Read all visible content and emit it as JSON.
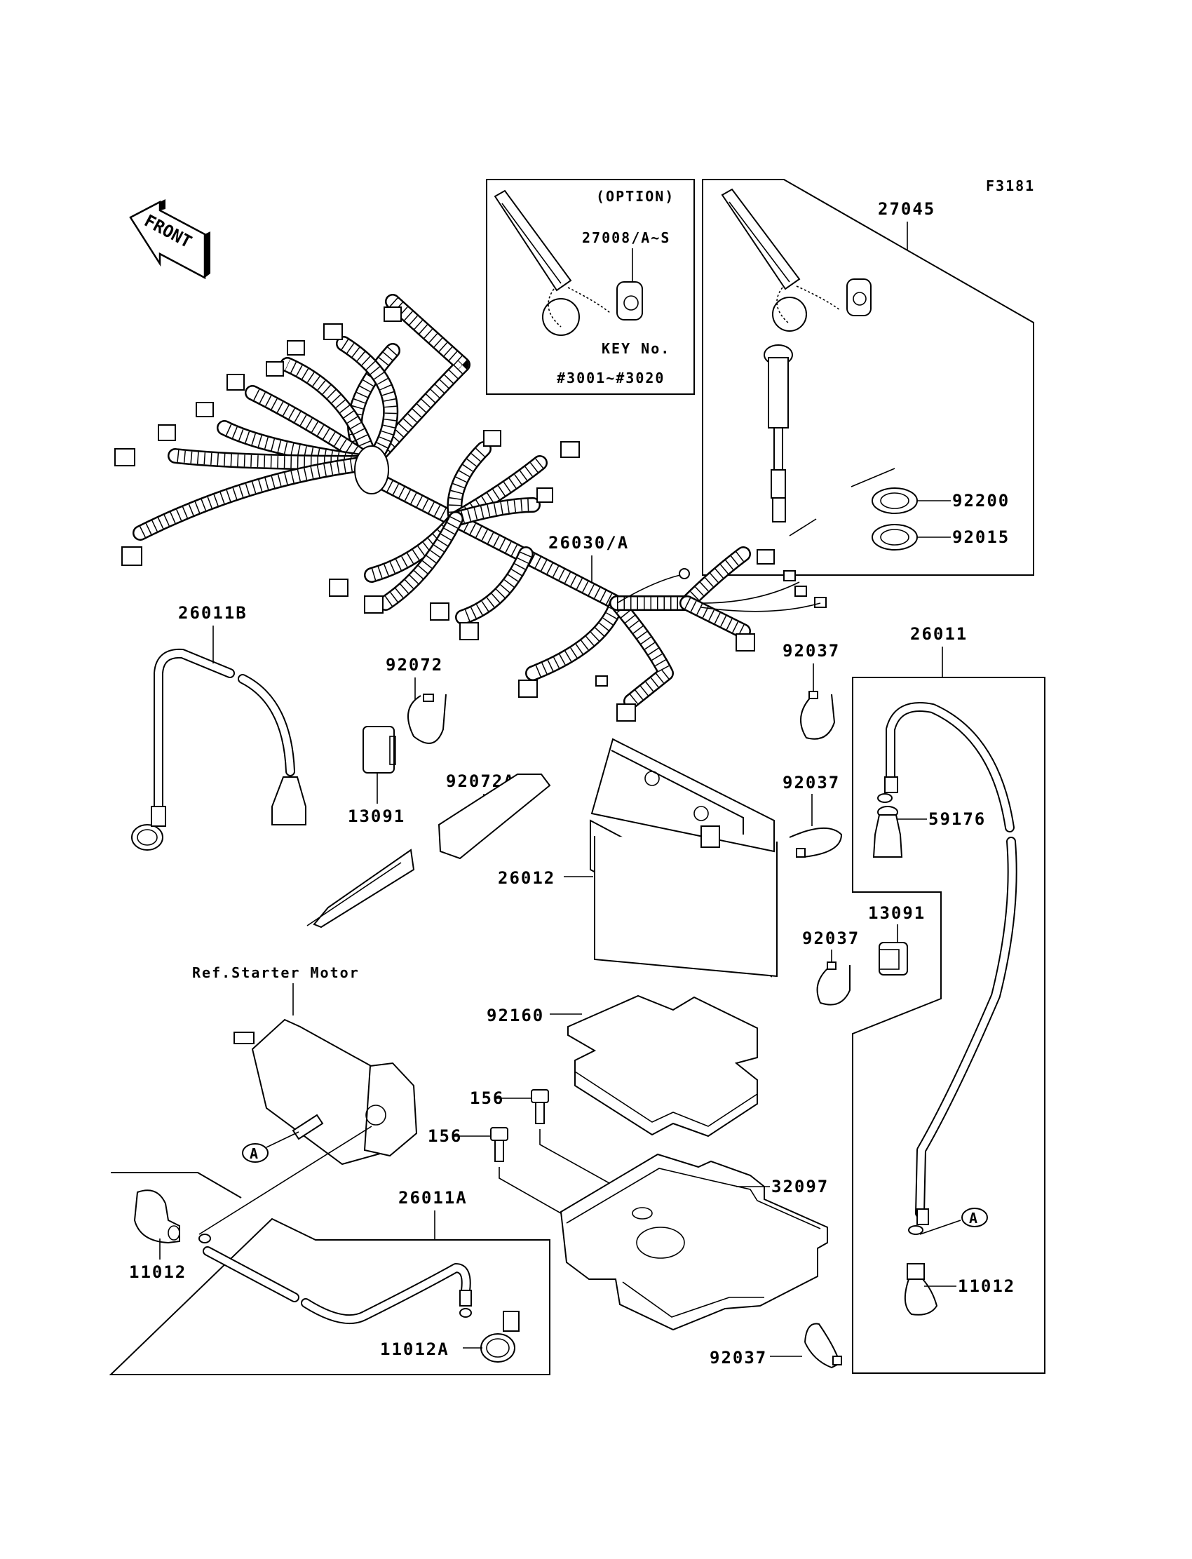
{
  "figure": {
    "code": "F3181",
    "front_label": "FRONT"
  },
  "option_box": {
    "title": "(OPTION)",
    "part": "27008/A~S",
    "key_label": "KEY No.",
    "key_range": "#3001~#3020"
  },
  "parts": {
    "p27045": "27045",
    "p92200": "92200",
    "p92015": "92015",
    "p26030": "26030/A",
    "p26011B": "26011B",
    "p92072": "92072",
    "p13091_left": "13091",
    "p92072A": "92072A",
    "p26012": "26012",
    "p92037_a": "92037",
    "p92037_b": "92037",
    "p92037_c": "92037",
    "p92037_d": "92037",
    "p26011": "26011",
    "p59176": "59176",
    "p13091_right": "13091",
    "p92160": "92160",
    "p156_a": "156",
    "p156_b": "156",
    "p32097": "32097",
    "p26011A": "26011A",
    "p11012_left": "11012",
    "p11012A": "11012A",
    "p11012_right": "11012"
  },
  "references": {
    "starter_motor": "Ref.Starter Motor",
    "marker_a": "A"
  }
}
